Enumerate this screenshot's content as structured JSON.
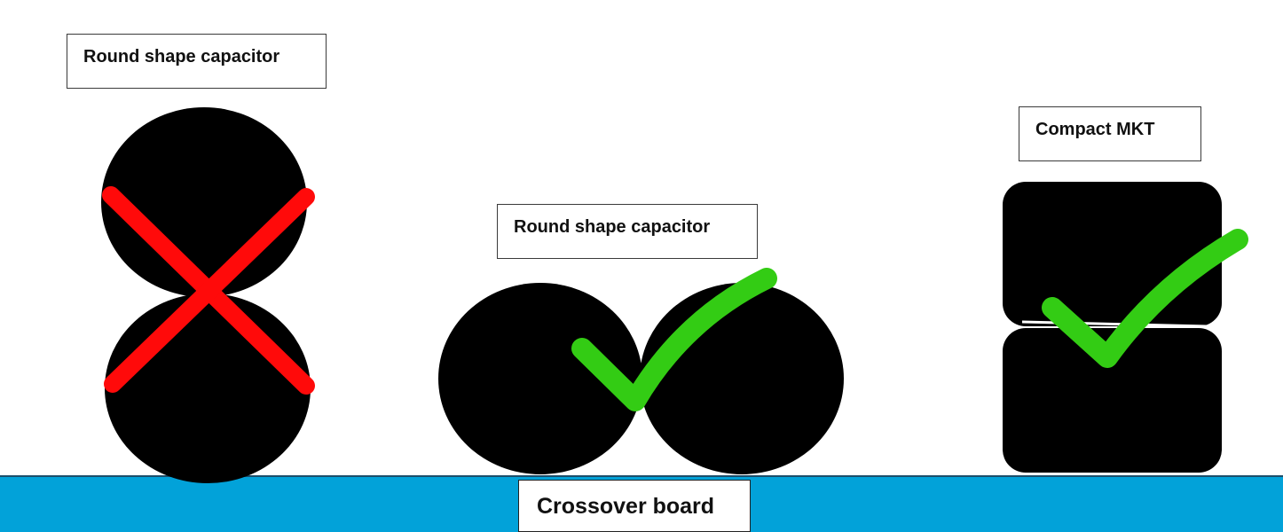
{
  "labels": {
    "left_capacitor": "Round shape capacitor",
    "middle_capacitor": "Round shape capacitor",
    "right_capacitor": "Compact MKT",
    "board": "Crossover board"
  },
  "colors": {
    "board": "#02a2d9",
    "capacitor": "#000000",
    "cross_mark": "#ff0a0a",
    "check_mark": "#33cc14"
  },
  "marks": {
    "left": "cross-mark-icon",
    "middle": "check-mark-icon",
    "right": "check-mark-icon"
  }
}
